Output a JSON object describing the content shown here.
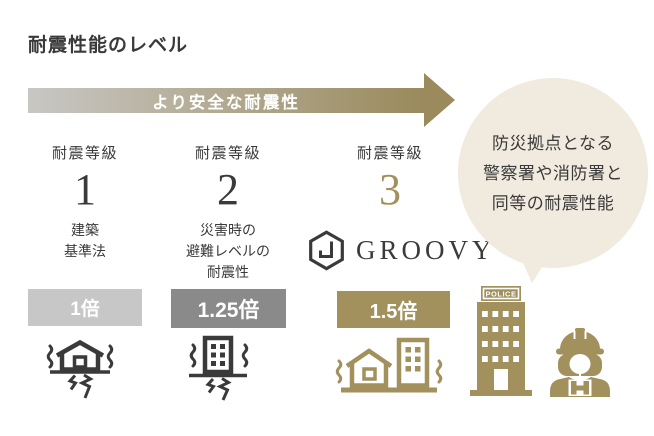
{
  "title": "耐震性能のレベル",
  "arrow": {
    "label": "より安全な耐震性"
  },
  "columns": [
    {
      "grade_label": "耐震等級",
      "grade_number": "1",
      "description_lines": [
        "建築",
        "基準法"
      ],
      "multiplier": "1倍"
    },
    {
      "grade_label": "耐震等級",
      "grade_number": "2",
      "description_lines": [
        "災害時の",
        "避難レベルの",
        "耐震性"
      ],
      "multiplier": "1.25倍"
    },
    {
      "grade_label": "耐震等級",
      "grade_number": "3",
      "brand_name": "GROOVY",
      "multiplier": "1.5倍"
    }
  ],
  "speech_bubble": {
    "lines": [
      "防災拠点となる",
      "警察署や消防署と",
      "同等の耐震性能"
    ]
  },
  "police_sign_label": "POLICE",
  "icons": {
    "column1": "shaking-house",
    "column2": "shaking-building",
    "column3": "shaking-house-and-building",
    "right": [
      "police-station",
      "firefighter"
    ]
  },
  "colors": {
    "text_dark": "#3a3a3a",
    "gold": "#a2915c",
    "arrow_gradient_start": "#c8c7c4",
    "arrow_gradient_end": "#9a8a5c",
    "badge_grade1_bg": "#c7c7c7",
    "badge_grade2_bg": "#8b8a8a",
    "badge_grade3_bg": "#a2915c",
    "badge_text": "#ffffff",
    "bubble_bg": "#f0eadf",
    "background": "#ffffff"
  }
}
